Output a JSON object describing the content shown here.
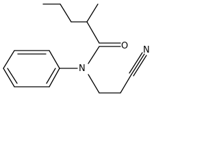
{
  "molecule": {
    "atoms": {
      "oxygen": "O",
      "nitrogen_amide": "N",
      "nitrogen_nitrile": "N"
    },
    "colors": {
      "bond": "#000000",
      "label": "#000000",
      "background": "#ffffff"
    }
  }
}
